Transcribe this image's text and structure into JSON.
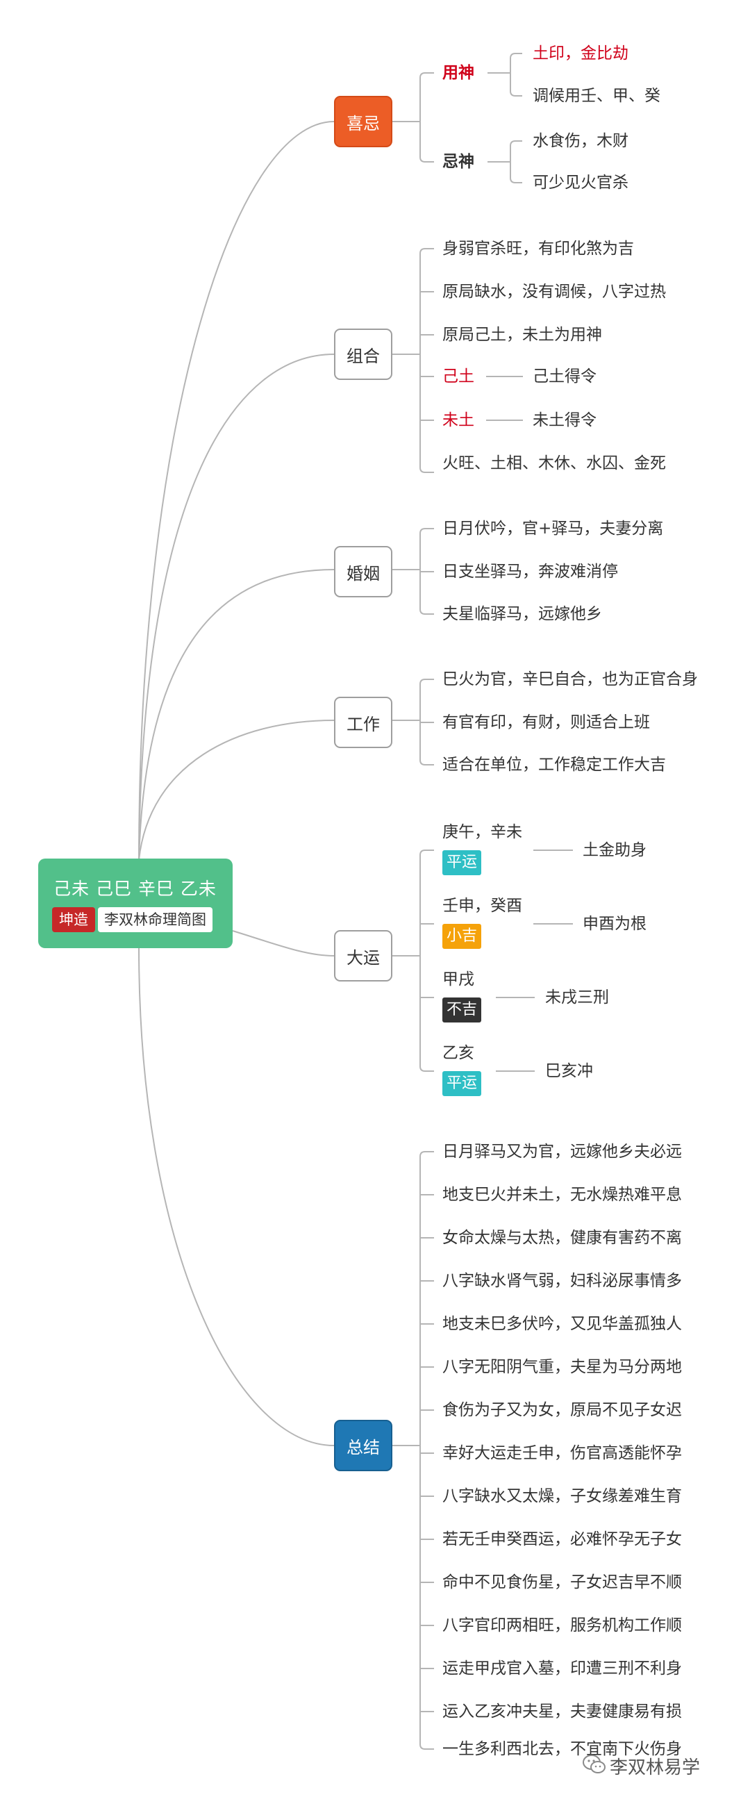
{
  "root": {
    "title": "己未 己巳 辛巳 乙未",
    "badge": "坤造",
    "subtitle": "李双林命理简图"
  },
  "xiji": {
    "title": "喜忌",
    "yongshen": {
      "label": "用神",
      "items": [
        "土印，金比劫",
        "调候用壬、甲、癸"
      ]
    },
    "jishen": {
      "label": "忌神",
      "items": [
        "水食伤，木财",
        "可少见火官杀"
      ]
    }
  },
  "zuhe": {
    "title": "组合",
    "items": [
      "身弱官杀旺，有印化煞为吉",
      "原局缺水，没有调候，八字过热",
      "原局己土，未土为用神"
    ],
    "jitu": {
      "label": "己土",
      "detail": "己土得令"
    },
    "weitu": {
      "label": "未土",
      "detail": "未土得令"
    },
    "last": "火旺、土相、木休、水囚、金死"
  },
  "hunyin": {
    "title": "婚姻",
    "items": [
      "日月伏吟，官+驿马，夫妻分离",
      "日支坐驿马，奔波难消停",
      "夫星临驿马，远嫁他乡"
    ]
  },
  "gongzuo": {
    "title": "工作",
    "items": [
      "巳火为官，辛巳自合，也为正官合身",
      "有官有印，有财，则适合上班",
      "适合在单位，工作稳定工作大吉"
    ]
  },
  "dayun": {
    "title": "大运",
    "items": [
      {
        "label": "庚午，辛未",
        "tag": "平运",
        "note": "土金助身"
      },
      {
        "label": "壬申，癸酉",
        "tag": "小吉",
        "note": "申酉为根"
      },
      {
        "label": "甲戌",
        "tag": "不吉",
        "note": "未戌三刑"
      },
      {
        "label": "乙亥",
        "tag": "平运",
        "note": "巳亥冲"
      }
    ]
  },
  "zongjie": {
    "title": "总结",
    "items": [
      "日月驿马又为官，远嫁他乡夫必远",
      "地支巳火并未土，无水燥热难平息",
      "女命太燥与太热，健康有害药不离",
      "八字缺水肾气弱，妇科泌尿事情多",
      "地支未巳多伏吟，又见华盖孤独人",
      "八字无阳阴气重，夫星为马分两地",
      "食伤为子又为女，原局不见子女迟",
      "幸好大运走壬申，伤官高透能怀孕",
      "八字缺水又太燥，子女缘差难生育",
      "若无壬申癸酉运，必难怀孕无子女",
      "命中不见食伤星，子女迟吉早不顺",
      "八字官印两相旺，服务机构工作顺",
      "运走甲戌官入墓，印遭三刑不利身",
      "运入乙亥冲夫星，夫妻健康易有损",
      "一生多利西北去，不宜南下火伤身"
    ]
  },
  "watermark": "李双林易学",
  "colors": {
    "root": "#52c08a",
    "xiji": "#ec5d26",
    "zongjie": "#1f78b4",
    "emphasis": "#d0021b",
    "ping": "#2ebfc5",
    "xiaoji": "#f5a20a",
    "buji": "#333333"
  }
}
